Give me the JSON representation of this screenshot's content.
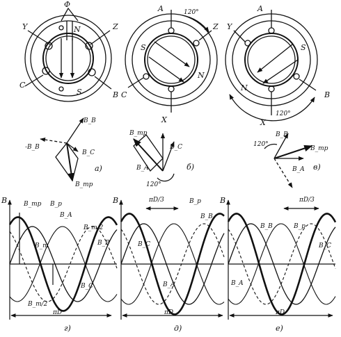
{
  "motors": [
    {
      "id": "a",
      "phases": [
        "Y",
        "C",
        "Z",
        "B"
      ],
      "flux": "Φ",
      "poles": [
        "N",
        "S"
      ]
    },
    {
      "id": "b",
      "phases": [
        "A",
        "Z",
        "C",
        "X"
      ],
      "angle": "120°",
      "poles": [
        "S",
        "N"
      ]
    },
    {
      "id": "c",
      "phases": [
        "A",
        "Y",
        "B",
        "X"
      ],
      "angle": "120°",
      "poles": [
        "S",
        "N"
      ]
    }
  ],
  "vectors": [
    {
      "id": "a",
      "labels": [
        "B_B",
        "-B_B",
        "B_C",
        "B_mp"
      ],
      "caption": "а)"
    },
    {
      "id": "b",
      "labels": [
        "B_mp",
        "B_C",
        "B_A",
        "120°"
      ],
      "caption": "б)"
    },
    {
      "id": "c",
      "labels": [
        "B_B",
        "B_mp",
        "B_A",
        "120°"
      ],
      "caption": "в)"
    }
  ],
  "waves": [
    {
      "id": "g",
      "axis": "B",
      "labels": [
        "B_mp",
        "B_p",
        "B_A",
        "B_m/2",
        "B_B",
        "B_m",
        "B_C",
        "B_m/2"
      ],
      "span": "πD",
      "caption": "г)"
    },
    {
      "id": "d",
      "axis": "B",
      "labels": [
        "B_p",
        "B_B",
        "B_C",
        "B_A"
      ],
      "shift": "πD/3",
      "span": "πD",
      "caption": "д)"
    },
    {
      "id": "e",
      "axis": "B",
      "labels": [
        "B_B",
        "B_p",
        "B_C",
        "B_A"
      ],
      "shift": "πD/3",
      "span": "πD",
      "caption": "е)"
    }
  ]
}
